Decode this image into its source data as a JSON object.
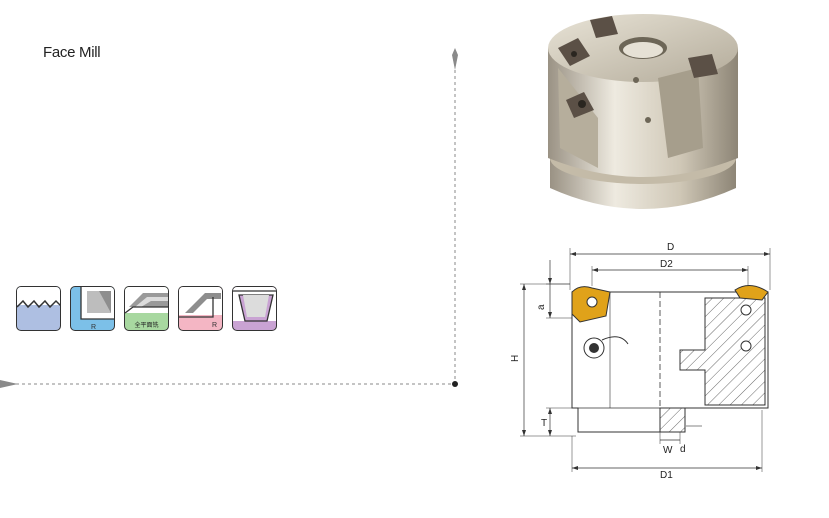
{
  "title": "Face Mill",
  "icons": [
    {
      "name": "thread-profile-icon",
      "color": "#aebfe2"
    },
    {
      "name": "shoulder-milling-icon",
      "color": "#7cc0e8",
      "label": ""
    },
    {
      "name": "face-milling-icon",
      "color": "#a8d8a0",
      "label": "全平面铣"
    },
    {
      "name": "corner-radius-icon",
      "color": "#f4b6c4"
    },
    {
      "name": "slot-profile-icon",
      "color": "#c9a3d3"
    }
  ],
  "dimensions": {
    "D": "D",
    "D2": "D2",
    "D1": "D1",
    "H": "H",
    "a": "a",
    "T": "T",
    "W": "W",
    "d": "d"
  },
  "colors": {
    "guide_line": "#8a8a8a",
    "body_metal": "#d6cfc0",
    "insert_gold": "#e0a21a"
  }
}
